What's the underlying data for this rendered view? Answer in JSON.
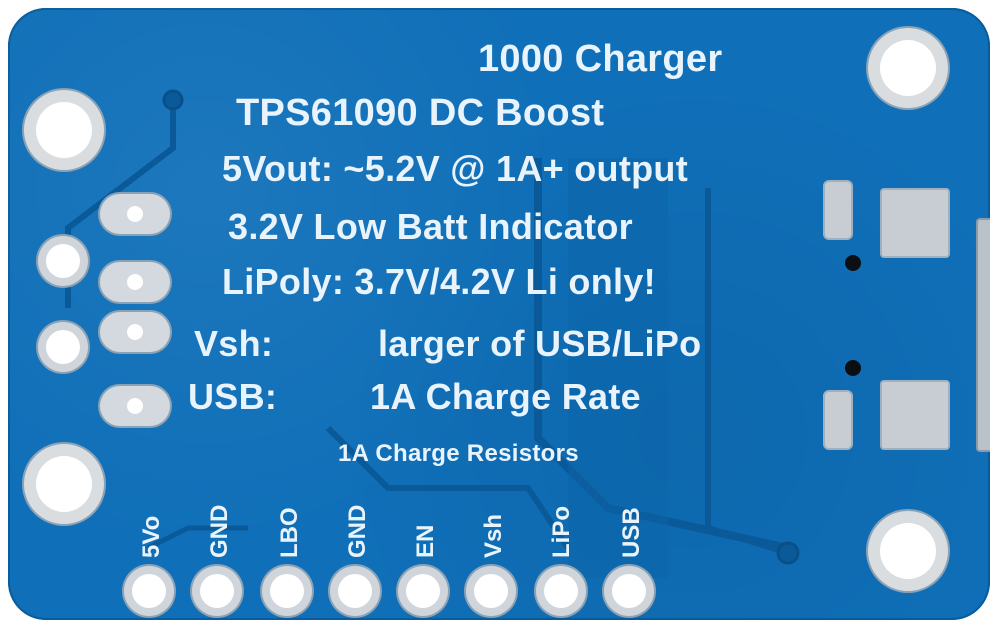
{
  "board_text": {
    "line1": "1000 Charger",
    "line2": "TPS61090 DC Boost",
    "line3": "5Vout: ~5.2V @ 1A+ output",
    "line4": "3.2V Low Batt Indicator",
    "line5": "LiPoly: 3.7V/4.2V Li only!",
    "line6_label": "Vsh:",
    "line6_value": "larger of USB/LiPo",
    "line7_label": "USB:",
    "line7_value": "1A Charge Rate",
    "line8": "1A Charge Resistors"
  },
  "pins": [
    "5Vo",
    "GND",
    "LBO",
    "GND",
    "EN",
    "Vsh",
    "LiPo",
    "USB"
  ],
  "colors": {
    "pcb": "#0f6fb8",
    "silkscreen": "#e9f3fb",
    "pad": "#ffffff"
  }
}
